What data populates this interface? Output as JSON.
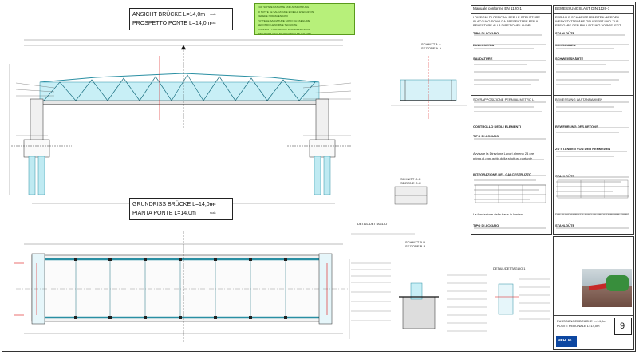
{
  "drawing": {
    "elevation_title_de": "ANSICHT BRÜCKE L=14,0m",
    "elevation_title_it": "PROSPETTO PONTE L=14,0m",
    "plan_title_de": "GRUNDRISS BRÜCKE L=14,0m",
    "plan_title_it": "PIANTA PONTE L=14,0m",
    "scale_label": "scala",
    "section_aa_de": "SCHNITT A-A",
    "section_aa_it": "SEZIONE A-A",
    "section_bb_de": "SCHNITT B-B",
    "section_bb_it": "SEZIONE B-B",
    "section_cc_de": "SCHNITT C-C",
    "section_cc_it": "SEZIONE C-C",
    "detail_de": "DETAIL/DETTAGLIO",
    "detail_1_de": "DETAIL/DETTAGLIO 1"
  },
  "green_note": {
    "lines": [
      "FÜR SCHWEISSNÄHTE UND AUSFÜHRUNG",
      "DI TUTTE LE SALDATURE E DELLE ESECUZIONI",
      "VEDERE NORMA EN 1090",
      "TUTTE LE SALDATURE SONO DA ESEGUIRE",
      "SECONDO LE NORME TECNICHE",
      "CONTROLLI CON PROVE NON DISTRUTTIVE",
      "ZINCATURA A CALDO SECONDO EN ISO 1461"
    ]
  },
  "spec_it": {
    "header": "Manuale conforme EN 1120-1",
    "p1": [
      "I DISEGNI DI OFFICINA PER LE STRUTTURE",
      "IN ACCIAIO SONO DA PRESENTARE PER IL",
      "BENESTARE ALLA DIREZIONE LAVORI"
    ],
    "sec1": "TIPO DI ACCIAIO",
    "sec2": "BULLONERIA",
    "sec3": "SALDATURE",
    "sec4": "SOVRAPPOSIZIONE PERNI AL METRO L.",
    "sec5": "CONTROLLO DEGLI ELEMENTI",
    "sec6": "TIPO DI ACCIAIO",
    "avvisare": [
      "Avvisare la Direzione Lavori almeno 24 ore",
      "prima di ogni getto della struttura portante"
    ],
    "sec7": "INTEGRAZIONE DEL CALCESTRUZZO",
    "sec8": "La fondazione della trave in lamiera",
    "sec9": "TIPO DI ACCIAIO"
  },
  "spec_de": {
    "header": "BEMESSUNGSLAST DIN 1120-1",
    "p1": [
      "FÜR ALLE SCHWEISSARBEITEN WERDEN",
      "WERKSTATTPLÄNE GELIEFERT UND ZUR",
      "FREIGABE DER BAULEITUNG VORGELEGT"
    ],
    "sec1": "STAHLGÜTE",
    "sec2": "SCHRAUBEN",
    "sec3": "SCHWEISSNÄHTE",
    "sec4": "BEMESSUNG LASTANNAHMEN",
    "sec5": "BEWEHRUNG DES BETONS",
    "sec6": "ZU STÄNDEN VON DER REHMEDEN",
    "sec7": "STAHLGÜTE",
    "sec8": "DIE FUNDAMENTE SIND IN FROSTFREIER TIEFE",
    "sec9": "STAHLGÜTE"
  },
  "title_block": {
    "project_de": "FUSSGÄNGERBRÜCKE L=14,0m",
    "project_it": "PONTE PEDONALE L=14,0m",
    "sheet_number": "9",
    "logo_text": "MEHLIG"
  },
  "colors": {
    "steel": "#7ad7e8",
    "dimension": "#d11",
    "note_bg": "#b7f07a"
  }
}
